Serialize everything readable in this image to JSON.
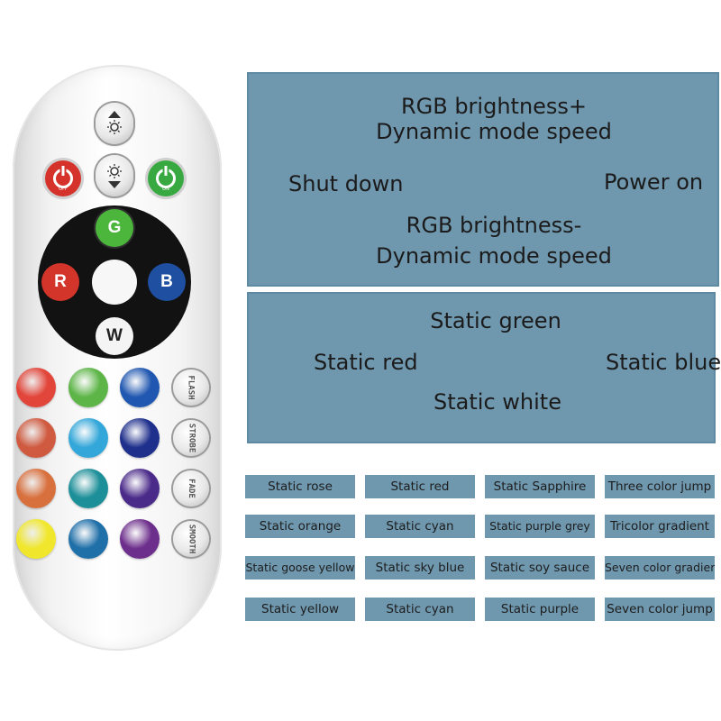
{
  "remote": {
    "brightness_up_icon": "brightness-up-icon",
    "brightness_down_icon": "brightness-down-icon",
    "off_label": "OFF",
    "on_label": "ON",
    "colors": {
      "off": "#d4322a",
      "on": "#38a841",
      "green": "#4cb53c",
      "red": "#d4352b",
      "blue": "#1f4fa0",
      "white": "#f4f4f4"
    },
    "letters": {
      "g": "G",
      "r": "R",
      "b": "B",
      "w": "W"
    },
    "grid_colors": [
      [
        "#e2453a",
        "#5db548",
        "#2057b0"
      ],
      [
        "#cf5a3f",
        "#33a7d9",
        "#1e2f8c"
      ],
      [
        "#d8703e",
        "#1d8f99",
        "#4b2b8a"
      ],
      [
        "#f0e72c",
        "#1f6fa8",
        "#6d2f8c"
      ]
    ],
    "func_labels": [
      "FLASH",
      "STROBE",
      "FADE",
      "SMOOTH"
    ]
  },
  "panel_top": {
    "up_line1": "RGB brightness+",
    "up_line2": "Dynamic mode speed",
    "shut_down": "Shut down",
    "power_on": "Power on",
    "down_line1": "RGB brightness-",
    "down_line2": "Dynamic mode speed"
  },
  "panel_mid": {
    "green": "Static green",
    "red": "Static red",
    "blue": "Static blue",
    "white": "Static white"
  },
  "labels": [
    [
      "Static rose",
      "Static red",
      "Static Sapphire",
      "Three color jump"
    ],
    [
      "Static orange",
      "Static cyan",
      "Static purple grey",
      "Tricolor gradient"
    ],
    [
      "Static goose yellow",
      "Static sky blue",
      "Static soy sauce",
      "Seven color gradient"
    ],
    [
      "Static yellow",
      "Static cyan",
      "Static purple",
      "Seven color jump"
    ]
  ],
  "accent": "#6f97ae"
}
